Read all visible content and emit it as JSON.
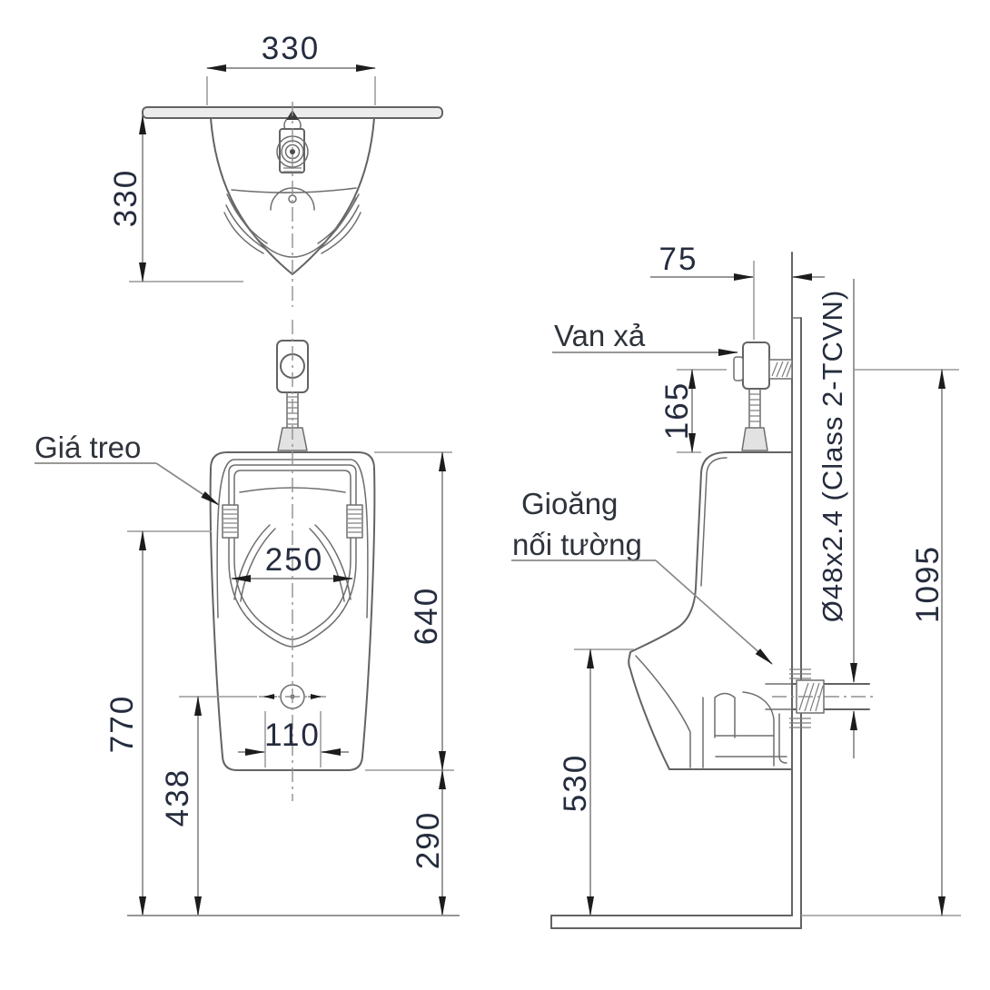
{
  "drawing": {
    "callouts": {
      "flush_valve": "Van xả",
      "hanger_bracket": "Giá treo",
      "wall_gasket_line1": "Gioăng",
      "wall_gasket_line2": "nối tường",
      "drain_pipe_spec": "Ø48x2.4 (Class 2-TCVN)"
    },
    "dimensions_mm": {
      "plan_width": "330",
      "plan_depth": "330",
      "valve_to_wall": "75",
      "valve_above_rim": "165",
      "opening_width": "250",
      "body_height": "640",
      "hanger_height": "770",
      "drain_bolt_span": "110",
      "drain_height": "438",
      "body_bottom_height": "290",
      "lip_bottom_height": "530",
      "supply_inlet_height": "1095"
    },
    "colors": {
      "object_line": "#636363",
      "dimension_line": "#8a8a8a",
      "arrow": "#1c1c1c",
      "dimension_text": "#252c3e",
      "label_text": "#2e333b",
      "background": "#ffffff"
    }
  }
}
